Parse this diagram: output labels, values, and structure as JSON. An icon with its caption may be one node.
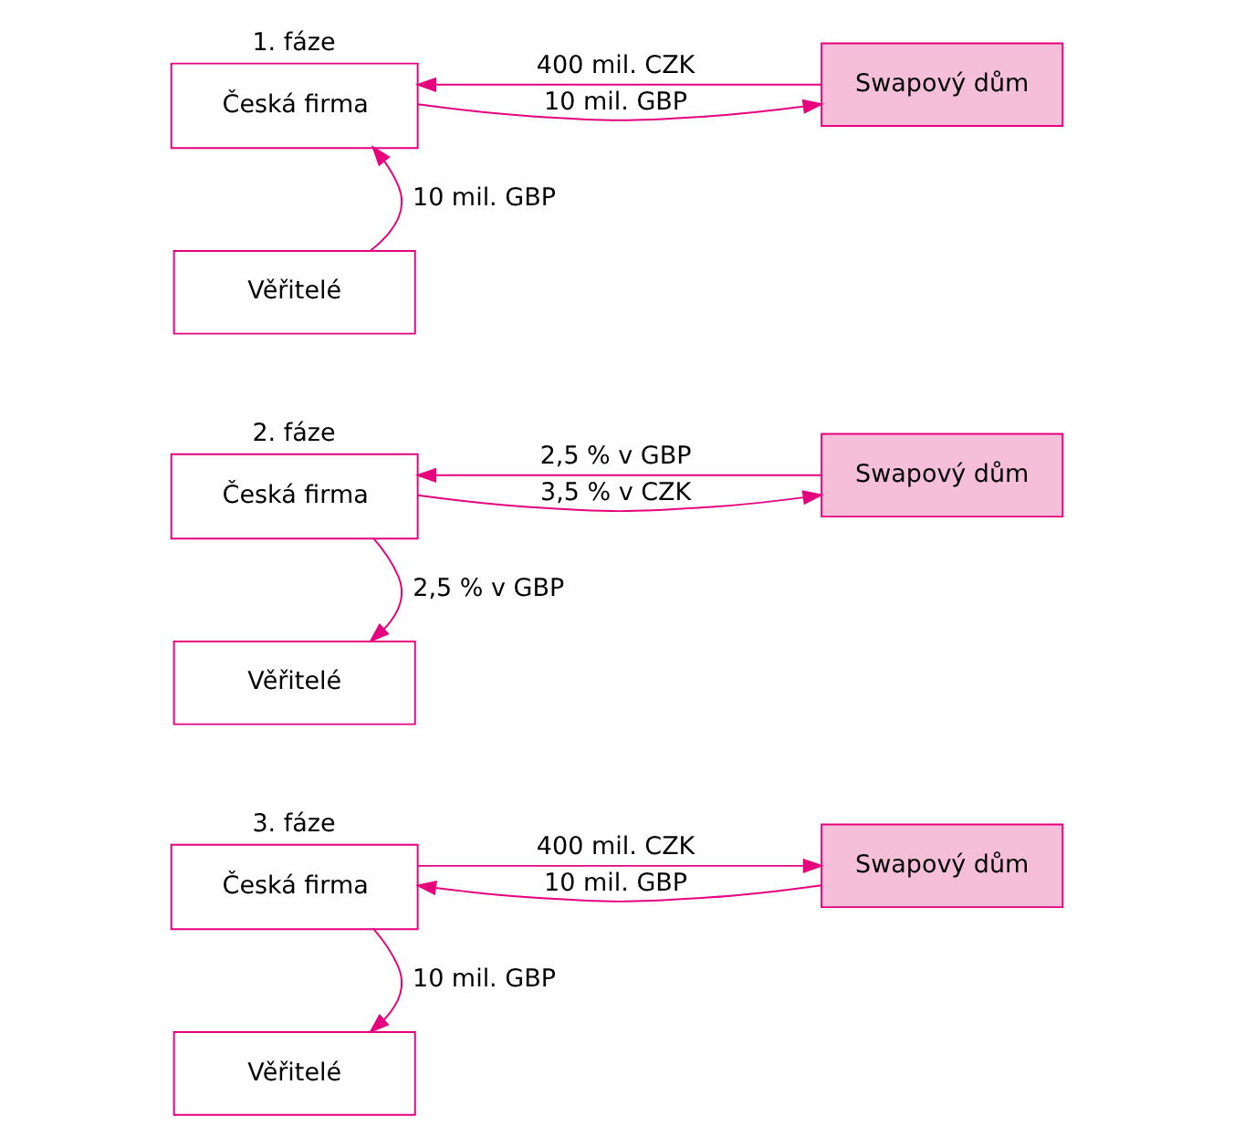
{
  "diagram": {
    "nodes": [
      {
        "text": [
          "1. fáze",
          "Česká firma"
        ]
      },
      {
        "text": [
          "Swapový dům"
        ]
      },
      {
        "text": [
          "Věřitelé"
        ]
      },
      {
        "text": [
          "2. fáze",
          "Česká firma"
        ]
      },
      {
        "text": [
          "Swapový dům"
        ]
      },
      {
        "text": [
          "Věřitelé"
        ]
      },
      {
        "text": [
          "3. fáze",
          "Česká firma"
        ]
      },
      {
        "text": [
          "Swapový dům"
        ]
      },
      {
        "text": [
          "Věřitelé"
        ]
      }
    ],
    "edges": [
      {
        "from": 1,
        "to": 0,
        "arrow": "to",
        "label": "400 mil. CZK"
      },
      {
        "from": 0,
        "to": 1,
        "arrow": "to",
        "label": "10 mil. GBP"
      },
      {
        "from": 2,
        "to": 0,
        "arrow": "to",
        "label": "10 mil. GBP"
      },
      {
        "from": 4,
        "to": 3,
        "arrow": "to",
        "label": "2,5 % v GBP"
      },
      {
        "from": 3,
        "to": 4,
        "arrow": "to",
        "label": "3,5 % v CZK"
      },
      {
        "from": 3,
        "to": 5,
        "arrow": "to",
        "label": "2,5 % v GBP"
      },
      {
        "from": 7,
        "to": 6,
        "arrow": "to",
        "label": "10 mil. GBP"
      },
      {
        "from": 6,
        "to": 7,
        "arrow": "to",
        "label": "400 mil. CZK"
      },
      {
        "from": 6,
        "to": 8,
        "arrow": "to",
        "label": "10 mil. GBP"
      }
    ]
  }
}
